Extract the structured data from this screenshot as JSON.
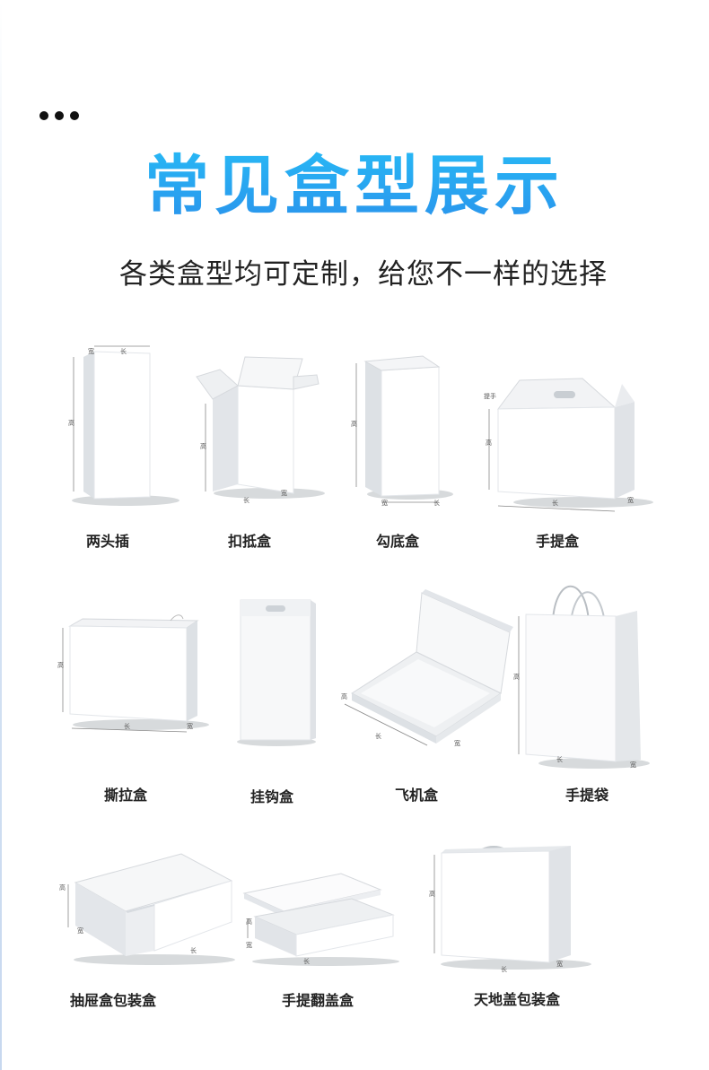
{
  "header": {
    "dots_icon": "more-dots-icon",
    "title": "常见盒型展示",
    "subtitle": "各类盒型均可定制，给您不一样的选择"
  },
  "colors": {
    "title_gradient_top": "#27b9f5",
    "title_gradient_bottom": "#2a93ec",
    "box_face_light": "#ffffff",
    "box_face_mid": "#eef0f2",
    "box_face_dark": "#dde1e5"
  },
  "dimension_labels": {
    "height": "高",
    "width": "宽",
    "length": "长",
    "handle": "提手"
  },
  "boxes": [
    {
      "label": "两头插"
    },
    {
      "label": "扣抵盒"
    },
    {
      "label": "勾底盒"
    },
    {
      "label": "手提盒"
    },
    {
      "label": "撕拉盒"
    },
    {
      "label": "挂钩盒"
    },
    {
      "label": "飞机盒"
    },
    {
      "label": "手提袋"
    },
    {
      "label": "抽屉盒包装盒"
    },
    {
      "label": "手提翻盖盒"
    },
    {
      "label": "天地盖包装盒"
    }
  ]
}
